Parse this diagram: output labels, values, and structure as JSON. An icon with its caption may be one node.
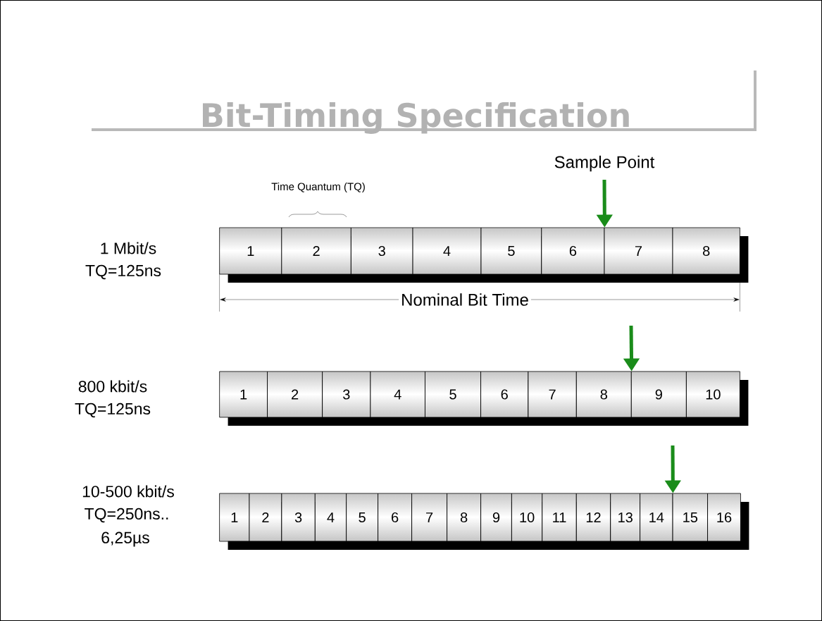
{
  "diagram": {
    "title": "Bit-Timing Specification",
    "nodes": [
      {
        "text": [
          "1"
        ]
      },
      {
        "text": [
          "2"
        ]
      },
      {
        "text": [
          "3"
        ]
      },
      {
        "text": [
          "4"
        ]
      },
      {
        "text": [
          "5"
        ]
      },
      {
        "text": [
          "6"
        ]
      },
      {
        "text": [
          "7"
        ]
      },
      {
        "text": [
          "8"
        ]
      },
      {
        "text": [
          "1"
        ]
      },
      {
        "text": [
          "2"
        ]
      },
      {
        "text": [
          "3"
        ]
      },
      {
        "text": [
          "4"
        ]
      },
      {
        "text": [
          "5"
        ]
      },
      {
        "text": [
          "6"
        ]
      },
      {
        "text": [
          "7"
        ]
      },
      {
        "text": [
          "8"
        ]
      },
      {
        "text": [
          "9"
        ]
      },
      {
        "text": [
          "10"
        ]
      },
      {
        "text": [
          "1"
        ]
      },
      {
        "text": [
          "2"
        ]
      },
      {
        "text": [
          "3"
        ]
      },
      {
        "text": [
          "4"
        ]
      },
      {
        "text": [
          "5"
        ]
      },
      {
        "text": [
          "6"
        ]
      },
      {
        "text": [
          "7"
        ]
      },
      {
        "text": [
          "8"
        ]
      },
      {
        "text": [
          "9"
        ]
      },
      {
        "text": [
          "10"
        ]
      },
      {
        "text": [
          "11"
        ]
      },
      {
        "text": [
          "12"
        ]
      },
      {
        "text": [
          "13"
        ]
      },
      {
        "text": [
          "14"
        ]
      },
      {
        "text": [
          "15"
        ]
      },
      {
        "text": [
          "16"
        ]
      }
    ],
    "edges": [
      {
        "from": null,
        "to": 5,
        "arrow": "to"
      },
      {
        "from": null,
        "to": 15,
        "arrow": "to"
      },
      {
        "from": null,
        "to": 31,
        "arrow": "to"
      }
    ],
    "labels": [
      "Sample Point",
      "Time Quantum (TQ)",
      "1 Mbit/s",
      "TQ=125ns",
      "Nominal Bit Time",
      "800 kbit/s",
      "TQ=125ns",
      "10-500 kbit/s",
      "TQ=250ns..",
      "6,25µs"
    ]
  }
}
